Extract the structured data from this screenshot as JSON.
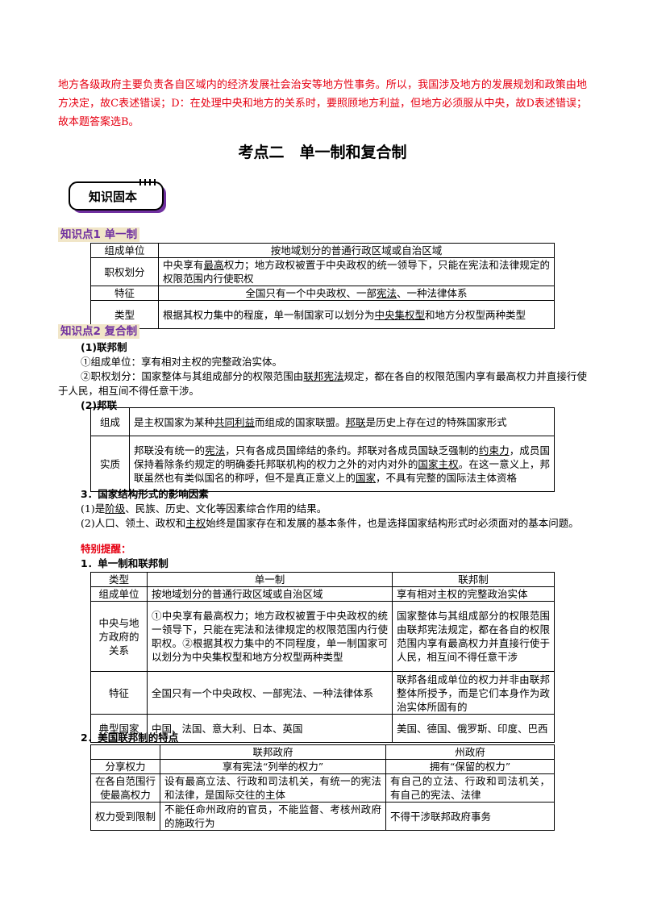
{
  "intro": "地方各级政府主要负责各自区域内的经济发展社会治安等地方性事务。所以，我国涉及地方的发展规划和政策由地方决定，故C表述错误；D：在处理中央和地方的关系时，要照顾地方利益，但地方必须服从中央，故D表述错误；故本题答案选B。",
  "title": "考点二　单一制和复合制",
  "badge": "知识固本",
  "kp1": {
    "heading": "知识点1 单一制",
    "rows": [
      {
        "label": "组成单位",
        "text": "按地域划分的普通行政区域或自治区域"
      },
      {
        "label": "职权划分",
        "text_a": "中央享有",
        "text_u": "最高",
        "text_b": "权力；地方政权被置于中央政权的统一领导下，只能在宪法和法律规定的权限范围内行使职权"
      },
      {
        "label": "特征",
        "text_a": "全国只有一个中央政权、一部",
        "text_u": "宪法",
        "text_b": "、一种法律体系"
      },
      {
        "label": "类型",
        "text_a": "根据其权力集中的程度，单一制国家可以划分为",
        "text_u": "中央集权型",
        "text_b": "和地方分权型两种类型"
      }
    ]
  },
  "kp2": {
    "heading": "知识点2 复合制",
    "fed_title": "(1)联邦制",
    "fed_1": "①组成单位：享有相对主权的完整政治实体。",
    "fed_2a": "②职权划分：国家整体与其组成部分的权限范围由",
    "fed_2u": "联邦宪法",
    "fed_2b": "规定，都在各自的权限范围内享有最高权力并直接行使于人民，相互间不得任意干涉。",
    "conf_title": "(2)邦联",
    "conf_rows": [
      {
        "label": "组成",
        "a": "是主权国家为某种",
        "u1": "共同利益",
        "b": "而组成的国家联盟。",
        "u2": "邦联",
        "c": "是历史上存在过的特殊国家形式"
      },
      {
        "label": "实质",
        "a": "邦联没有统一的",
        "u1": "宪法",
        "b": "，只有各成员国缔结的条约。邦联对各成员国缺乏强制的",
        "u2": "约束力",
        "c": "，成员国保持着除条约规定的明确委托邦联机构的权力之外的对内对外的",
        "u3": "国家主权",
        "d": "。在这一意义上，邦联虽然也有类似国名的称呼，但不是真正意义上的",
        "u4": "国家",
        "e": "，不具有完整的国际法主体资格"
      }
    ],
    "factors_title": "3．国家结构形式的影响因素",
    "f1a": "(1)是",
    "f1u": "阶级",
    "f1b": "、民族、历史、文化等因素综合作用的结果。",
    "f2a": "(2)人口、领土、政权和",
    "f2u": "主权",
    "f2b": "始终是国家存在和发展的基本条件，也是选择国家结构形式时必须面对的基本问题。"
  },
  "tips": {
    "heading": "特别提醒：",
    "t1_title": "1．单一制和联邦制",
    "t1_header": [
      "类型",
      "单一制",
      "联邦制"
    ],
    "t1_rows": [
      [
        "组成单位",
        "按地域划分的普通行政区域或自治区域",
        "享有相对主权的完整政治实体"
      ],
      [
        "中央与地方政府的关系",
        "①中央享有最高权力；地方政权被置于中央政权的统一领导下，只能在宪法和法律规定的权限范围内行使职权。②根据其权力集中的不同程度，单一制国家可以划分为中央集权型和地方分权型两种类型",
        "国家整体与其组成部分的权限范围由联邦宪法规定，都在各自的权限范围内享有最高权力并直接行使于人民，相互间不得任意干涉"
      ],
      [
        "特征",
        "全国只有一个中央政权、一部宪法、一种法律体系",
        "联邦各组成单位的权力并非由联邦整体所授予，而是它们本身作为政治实体所固有的"
      ],
      [
        "典型国家",
        "中国、法国、意大利、日本、英国",
        "美国、德国、俄罗斯、印度、巴西"
      ]
    ],
    "t2_title": "2．美国联邦制的特点",
    "t2_header": [
      "",
      "联邦政府",
      "州政府"
    ],
    "t2_rows": [
      [
        "分享权力",
        "享有宪法“列举的权力”",
        "拥有“保留的权力”"
      ],
      [
        "在各自范围行使最高权力",
        "设有最高立法、行政和司法机关，有统一的宪法和法律，是国际交往的主体",
        "有自己的立法、行政和司法机关，有自己的宪法、法律"
      ],
      [
        "权力受到限制",
        "不能任命州政府的官员，不能监督、考核州政府的施政行为",
        "不得干涉联邦政府事务"
      ]
    ]
  }
}
